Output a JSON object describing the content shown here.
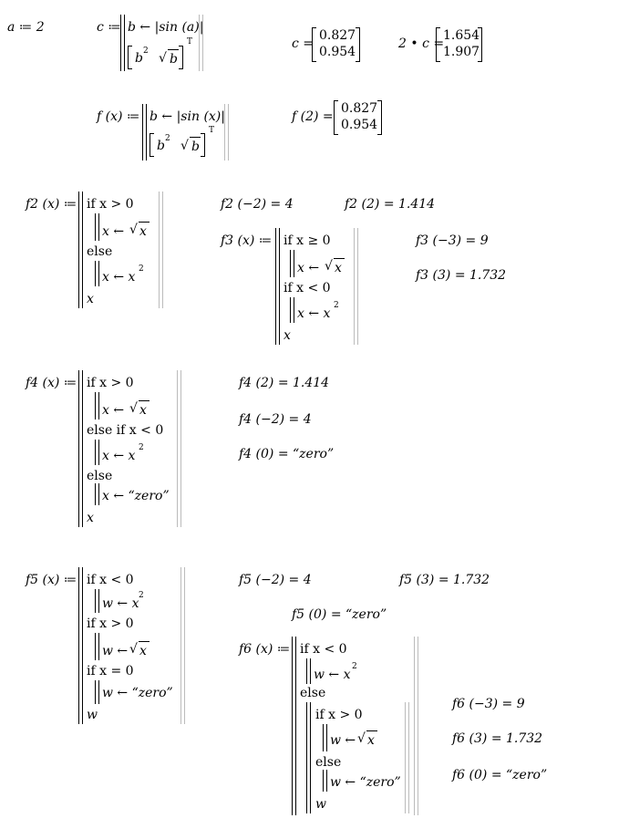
{
  "worksheet": {
    "a_def": "a ≔ 2",
    "c_def": {
      "lhs": "c ≔",
      "line1": "b ← |sin (a)|",
      "row_b2": "b",
      "row_sqrt": "b",
      "transpose": "T"
    },
    "c_result": {
      "label": "c =",
      "v1": "0.827",
      "v2": "0.954"
    },
    "c2_result": {
      "label": "2 • c =",
      "v1": "1.654",
      "v2": "1.907"
    },
    "f_def": {
      "lhs": "f (x) ≔",
      "line1": "b ← |sin (x)|",
      "transpose": "T"
    },
    "f_result": {
      "label": "f (2) =",
      "v1": "0.827",
      "v2": "0.954"
    },
    "f2_def": {
      "lhs": "f2 (x) ≔",
      "if": "if x > 0",
      "assign1": "x ←",
      "else": "else",
      "assign2": "x ← x",
      "ret": "x"
    },
    "f2_results": [
      "f2 (−2) = 4",
      "f2 (2) = 1.414"
    ],
    "f3_def": {
      "lhs": "f3 (x) ≔",
      "if1": "if x ≥ 0",
      "assign1": "x ←",
      "if2": "if x < 0",
      "assign2": "x ← x",
      "ret": "x"
    },
    "f3_results": [
      "f3 (−3) = 9",
      "f3 (3) = 1.732"
    ],
    "f4_def": {
      "lhs": "f4 (x) ≔",
      "if": "if x > 0",
      "assign1": "x ←",
      "elseif": "else if x < 0",
      "assign2": "x ← x",
      "else": "else",
      "assign3": "x ← “zero”",
      "ret": "x"
    },
    "f4_results": [
      "f4 (2) = 1.414",
      "f4 (−2) = 4",
      "f4 (0) = “zero”"
    ],
    "f5_def": {
      "lhs": "f5 (x) ≔",
      "if1": "if x < 0",
      "assign1": "w ← x",
      "if2": "if x > 0",
      "assign2": "w ←",
      "if3": "if x = 0",
      "assign3": "w ← “zero”",
      "ret": "w"
    },
    "f5_results": [
      "f5 (−2) = 4",
      "f5 (3) = 1.732",
      "f5 (0) = “zero”"
    ],
    "f6_def": {
      "lhs": "f6 (x) ≔",
      "if1": "if x < 0",
      "assign1": "w ← x",
      "else": "else",
      "if2": "if x > 0",
      "assign2": "w ←",
      "else2": "else",
      "assign3": "w ← “zero”",
      "ret": "w"
    },
    "f6_results": [
      "f6 (−3) = 9",
      "f6 (3) = 1.732",
      "f6 (0) = “zero”"
    ],
    "exp2": "2",
    "sqrt_arg_x": "x",
    "sqrt_arg_b": "b"
  }
}
